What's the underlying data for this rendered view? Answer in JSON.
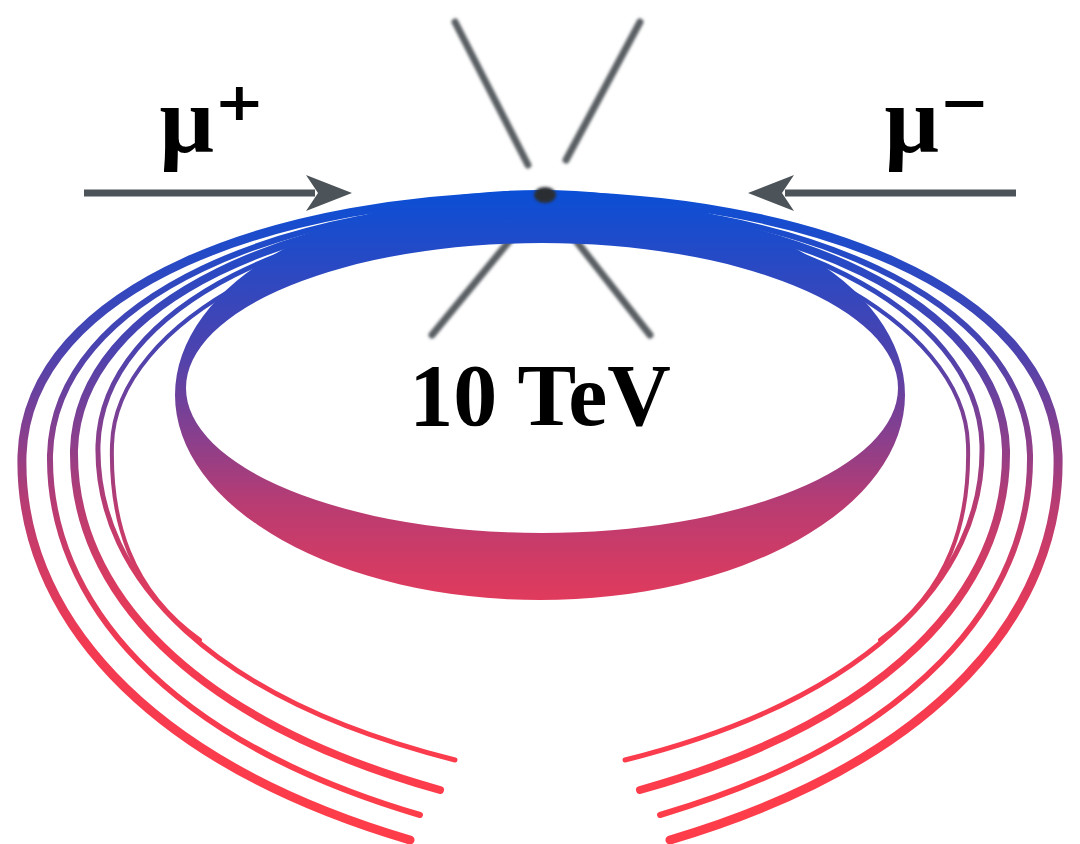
{
  "diagram": {
    "labels": [
      "μ⁺",
      "μ⁻",
      "10 TeV"
    ]
  }
}
